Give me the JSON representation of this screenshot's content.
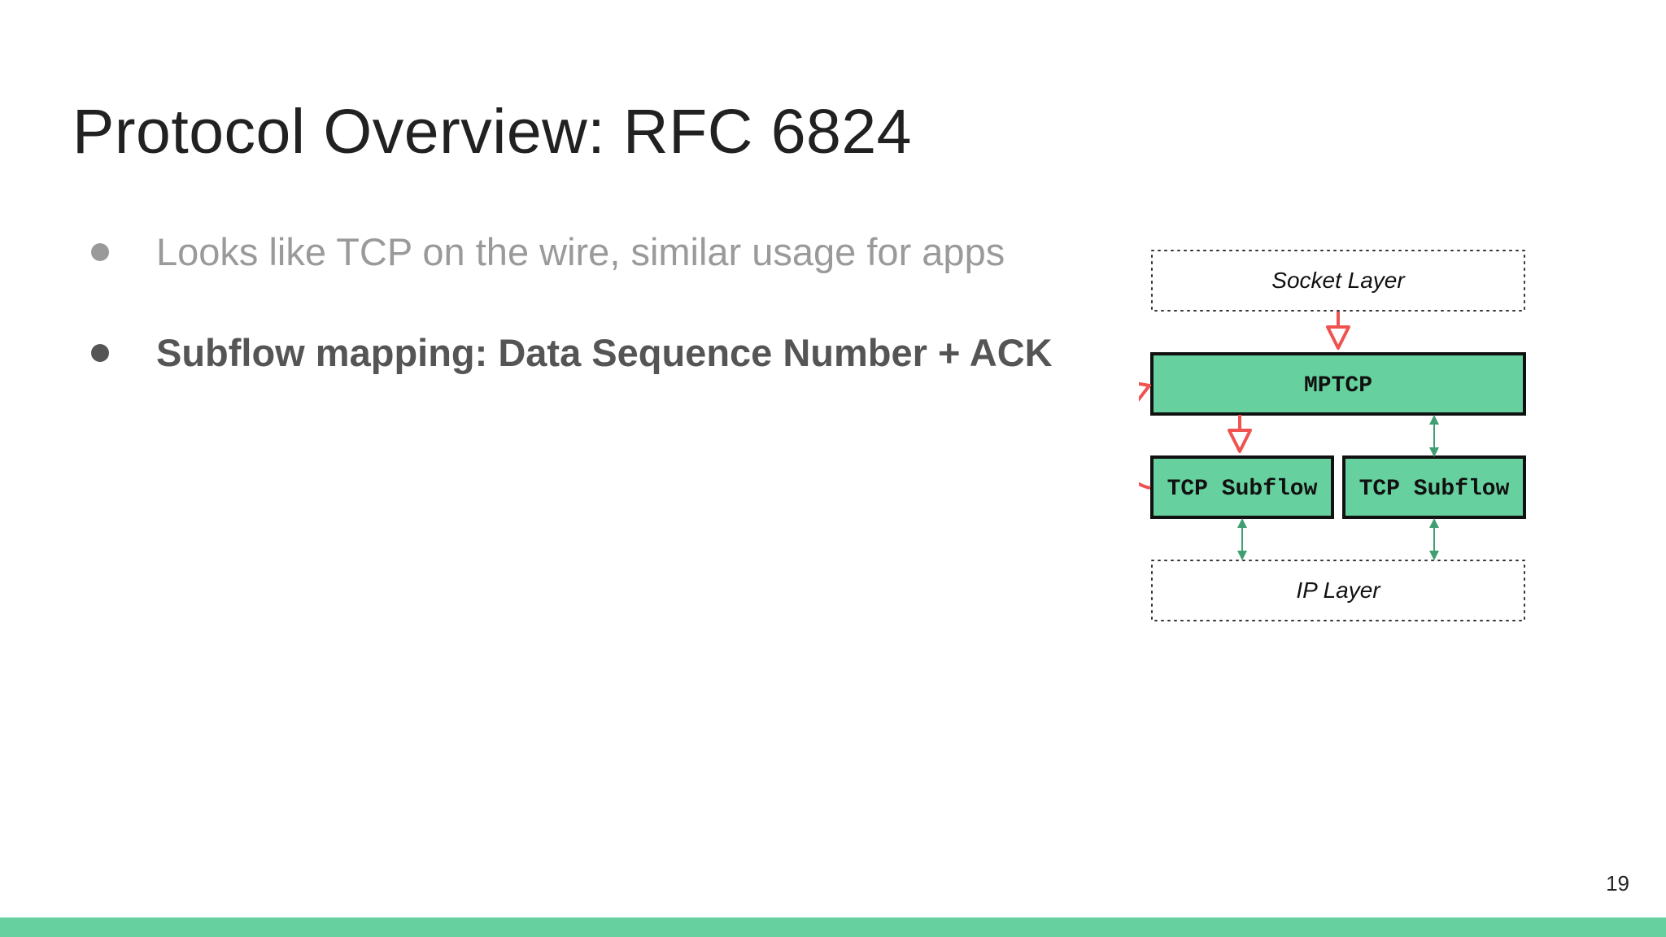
{
  "slide": {
    "title": "Protocol Overview: RFC 6824",
    "bullets": [
      "Looks like TCP on the wire, similar usage for apps",
      "Subflow mapping: Data Sequence Number + ACK"
    ],
    "page_number": "19"
  },
  "diagram": {
    "socket_layer": "Socket Layer",
    "mptcp": "MPTCP",
    "subflow_left": "TCP Subflow",
    "subflow_right": "TCP Subflow",
    "ip_layer": "IP Layer"
  },
  "colors": {
    "accent_green": "#66d19e",
    "box_fill": "#66d19e",
    "arrow_red": "#ef5350",
    "arrow_green": "#3f9f73",
    "title": "#212121",
    "bullet_dim": "#9a9a9a",
    "bullet_bold": "#555555"
  }
}
